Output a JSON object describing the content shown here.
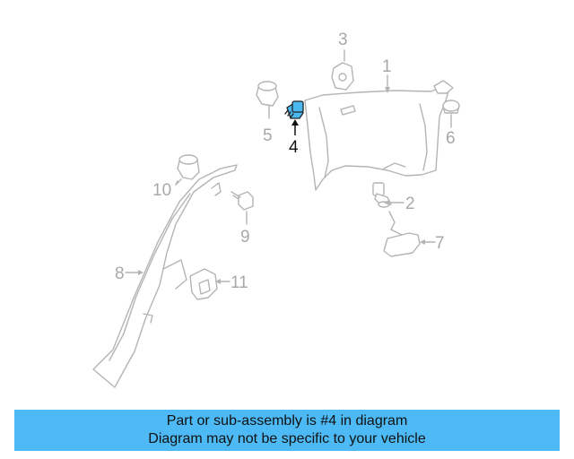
{
  "diagram": {
    "callouts": {
      "c1": "1",
      "c2": "2",
      "c3": "3",
      "c4": "4",
      "c5": "5",
      "c6": "6",
      "c7": "7",
      "c8": "8",
      "c9": "9",
      "c10": "10",
      "c11": "11"
    },
    "highlight_color": "#4cb8f0",
    "line_color": "#b4b4b4"
  },
  "caption": {
    "line1": "Part or sub-assembly is #4 in diagram",
    "line2": "Diagram may not be specific to your vehicle",
    "background": "#4dbaf6"
  }
}
